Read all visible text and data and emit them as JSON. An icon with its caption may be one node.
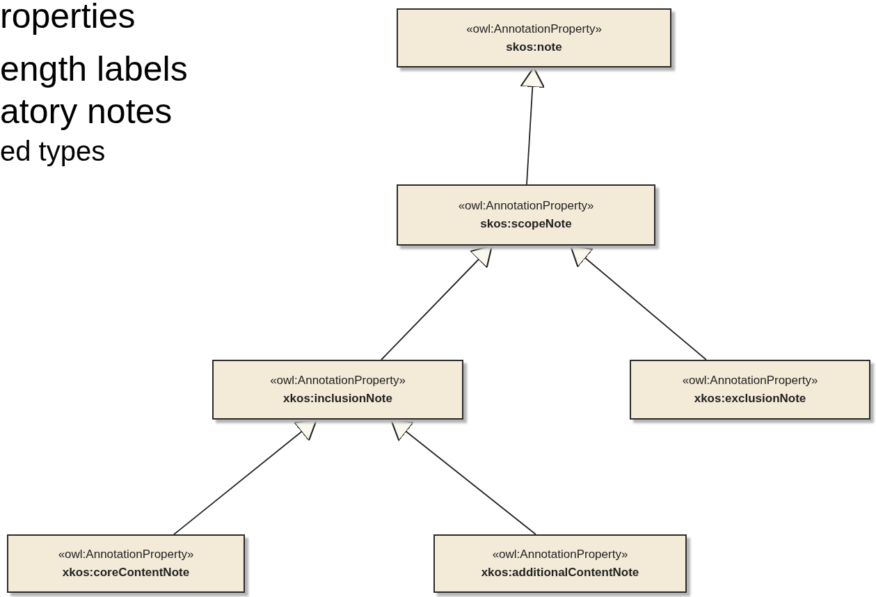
{
  "diagram": {
    "nodes": [
      {
        "text": [
          "«owl:AnnotationProperty»",
          "skos:note"
        ]
      },
      {
        "text": [
          "«owl:AnnotationProperty»",
          "skos:scopeNote"
        ]
      },
      {
        "text": [
          "«owl:AnnotationProperty»",
          "xkos:inclusionNote"
        ]
      },
      {
        "text": [
          "«owl:AnnotationProperty»",
          "xkos:exclusionNote"
        ]
      },
      {
        "text": [
          "«owl:AnnotationProperty»",
          "xkos:coreContentNote"
        ]
      },
      {
        "text": [
          "«owl:AnnotationProperty»",
          "xkos:additionalContentNote"
        ]
      }
    ],
    "edges": [
      {
        "from": 1,
        "to": 0,
        "arrow": "to"
      },
      {
        "from": 2,
        "to": 1,
        "arrow": "to"
      },
      {
        "from": 3,
        "to": 1,
        "arrow": "to"
      },
      {
        "from": 4,
        "to": 2,
        "arrow": "to"
      },
      {
        "from": 5,
        "to": 2,
        "arrow": "to"
      }
    ],
    "labels": [
      "roperties",
      "ength labels",
      "atory notes",
      "ed types"
    ]
  }
}
